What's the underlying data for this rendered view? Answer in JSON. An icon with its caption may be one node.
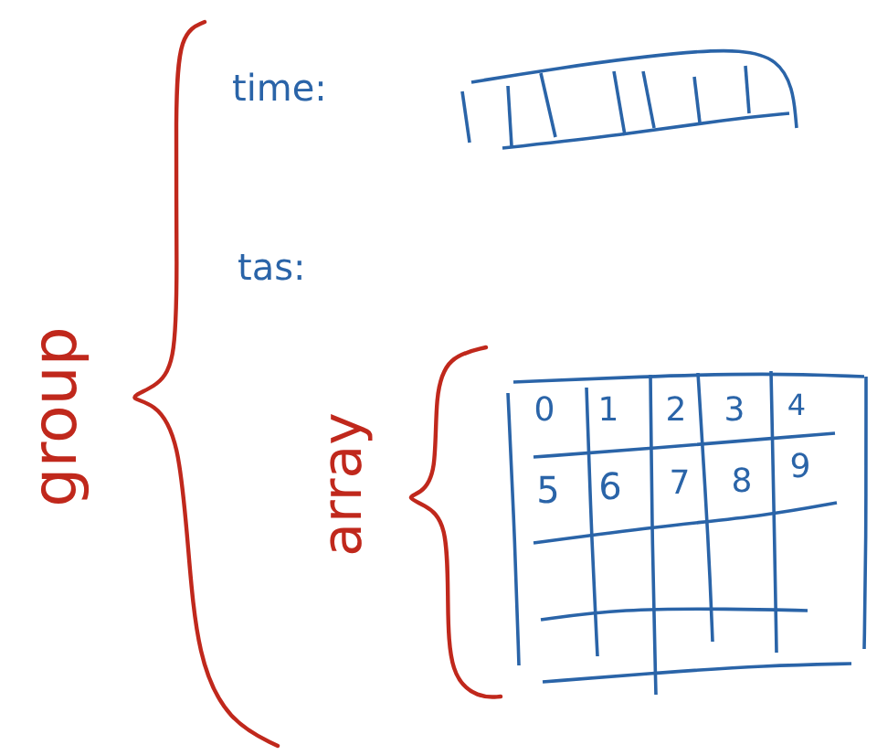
{
  "diagram": {
    "labels": [
      "time:",
      "tas:",
      "group",
      "array",
      "0",
      "1",
      "2",
      "3",
      "4",
      "5",
      "6",
      "7",
      "8",
      "9"
    ]
  }
}
